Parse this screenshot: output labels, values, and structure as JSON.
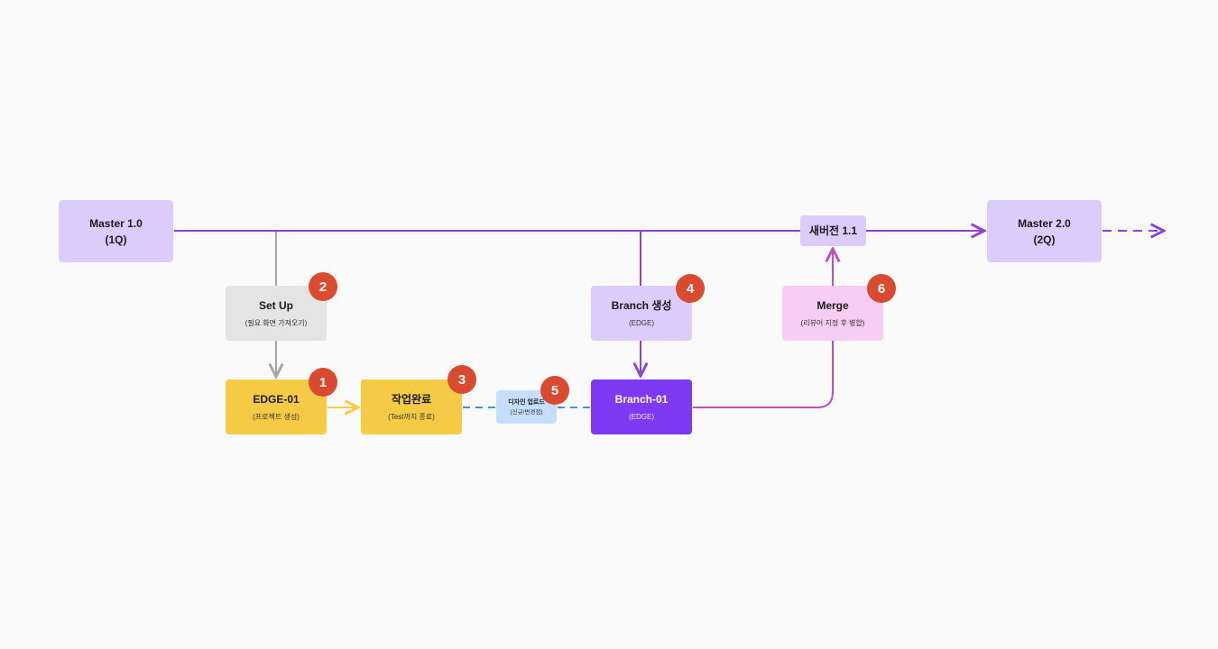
{
  "nodes": {
    "master1": {
      "title": "Master 1.0",
      "subtitle": "(1Q)"
    },
    "master2": {
      "title": "Master 2.0",
      "subtitle": "(2Q)"
    },
    "new_version": {
      "title": "새버전 1.1"
    },
    "setup": {
      "title": "Set Up",
      "subtitle": "(필요 화면 가져오기)"
    },
    "edge01": {
      "title": "EDGE-01",
      "subtitle": "(프로젝트 생성)"
    },
    "work_done": {
      "title": "작업완료",
      "subtitle": "(Test까지 종료)"
    },
    "design_upload": {
      "title": "디자인 업로드",
      "subtitle": "(신규/변경점)"
    },
    "branch_create": {
      "title": "Branch 생성",
      "subtitle": "(EDGE)"
    },
    "branch01": {
      "title": "Branch-01",
      "subtitle": "(EDGE)"
    },
    "merge": {
      "title": "Merge",
      "subtitle": "(리뷰어 지정 후 병합)"
    }
  },
  "badges": {
    "b1": "1",
    "b2": "2",
    "b3": "3",
    "b4": "4",
    "b5": "5",
    "b6": "6"
  },
  "colors": {
    "main_line": "#8b43d9",
    "gray_line": "#a5a5a5",
    "yellow_line": "#f5ca45",
    "blue_dash": "#4a90d9",
    "pink_line": "#c14ec0",
    "badge": "#da4a2e",
    "lavender": "#dccbfb",
    "purple_strong": "#7e3af2"
  }
}
